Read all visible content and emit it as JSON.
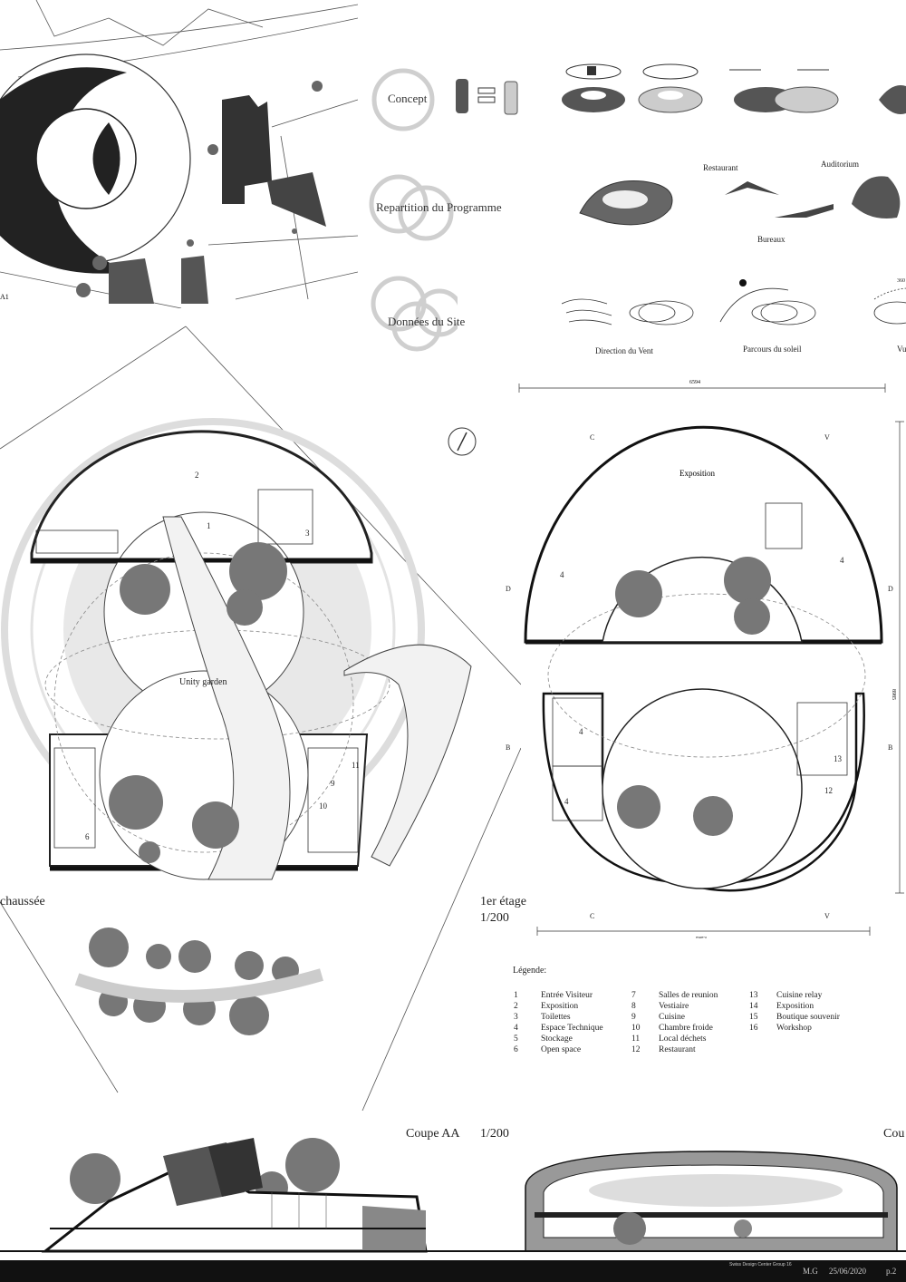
{
  "concept_section": {
    "concept_label": "Concept",
    "repartition_label": "Repartition du Programme",
    "site_label": "Données du Site",
    "restaurant_label": "Restaurant",
    "auditorium_label": "Auditorium",
    "bureaux_label": "Bureaux",
    "wind_label": "Direction du Vent",
    "sun_label": "Parcours du soleil",
    "view_label": "Vu",
    "view_number": "360"
  },
  "site_plan": {
    "sheet_number": "A1"
  },
  "ground_floor": {
    "title_partial": "chaussée",
    "garden_label": "Unity garden",
    "room_numbers": [
      "1",
      "2",
      "3",
      "6",
      "9",
      "10",
      "11"
    ]
  },
  "first_floor": {
    "title": "1er étage",
    "scale": "1/200",
    "exposition_label": "Exposition",
    "dim_top": "6594",
    "dim_bottom": "5853",
    "dim_side": "8985",
    "section_marks": [
      "C",
      "V",
      "D",
      "B"
    ],
    "room_numbers": [
      "4",
      "4",
      "4",
      "4",
      "12",
      "13"
    ]
  },
  "legend": {
    "title": "Légende:",
    "items": [
      {
        "num": "1",
        "label": "Entrée Visiteur"
      },
      {
        "num": "2",
        "label": "Exposition"
      },
      {
        "num": "3",
        "label": "Toilettes"
      },
      {
        "num": "4",
        "label": "Espace Technique"
      },
      {
        "num": "5",
        "label": "Stockage"
      },
      {
        "num": "6",
        "label": "Open space"
      },
      {
        "num": "7",
        "label": "Salles de reunion"
      },
      {
        "num": "8",
        "label": "Vestiaire"
      },
      {
        "num": "9",
        "label": "Cuisine"
      },
      {
        "num": "10",
        "label": "Chambre froide"
      },
      {
        "num": "11",
        "label": "Local déchets"
      },
      {
        "num": "12",
        "label": "Restaurant"
      },
      {
        "num": "13",
        "label": "Cuisine relay"
      },
      {
        "num": "14",
        "label": "Exposition"
      },
      {
        "num": "15",
        "label": "Boutique souvenir"
      },
      {
        "num": "16",
        "label": "Workshop"
      }
    ]
  },
  "sections": {
    "coupe_aa_title": "Coupe AA",
    "coupe_aa_scale": "1/200",
    "coupe_bb_partial": "Cou"
  },
  "footer": {
    "project_line1": "Swiss Design Center Group 16",
    "author": "M.G",
    "date": "25/06/2020",
    "page": "p.2"
  },
  "colors": {
    "ink": "#222222",
    "fill_dark": "#333333",
    "hatch_grey": "#cfcfcf",
    "footer_bg": "#111111"
  }
}
